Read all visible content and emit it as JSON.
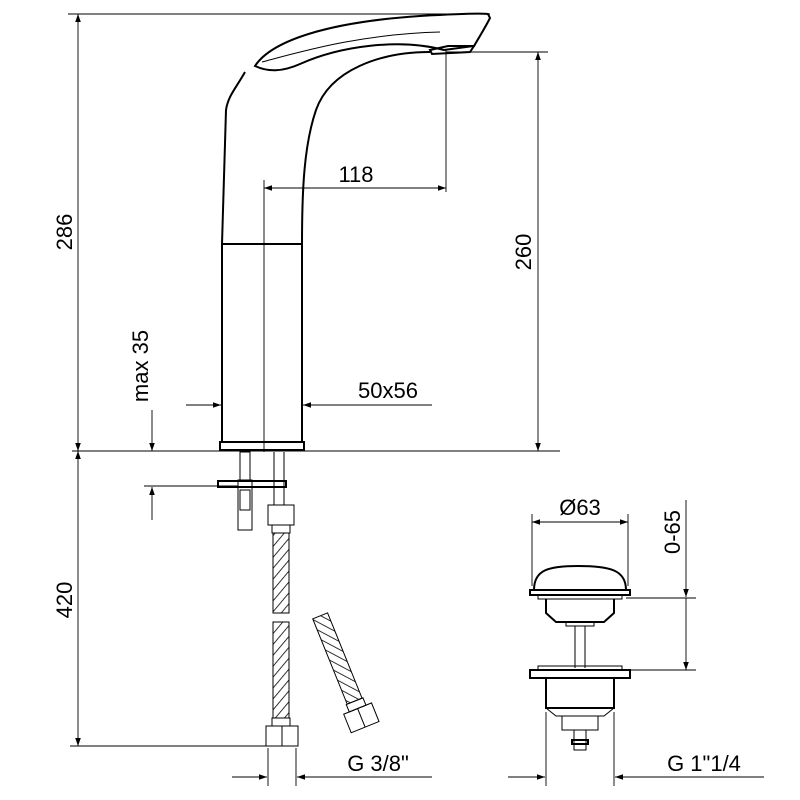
{
  "dimensions": {
    "overall_height": "286",
    "spout_reach": "118",
    "outlet_height": "260",
    "max_deck_thickness": "max 35",
    "base_size": "50x56",
    "hose_length": "420",
    "hose_thread": "G 3/8\"",
    "waste_diameter": "Ø63",
    "waste_range": "0-65",
    "waste_thread": "G 1\"1/4"
  },
  "colors": {
    "line": "#000000",
    "background": "#ffffff"
  }
}
